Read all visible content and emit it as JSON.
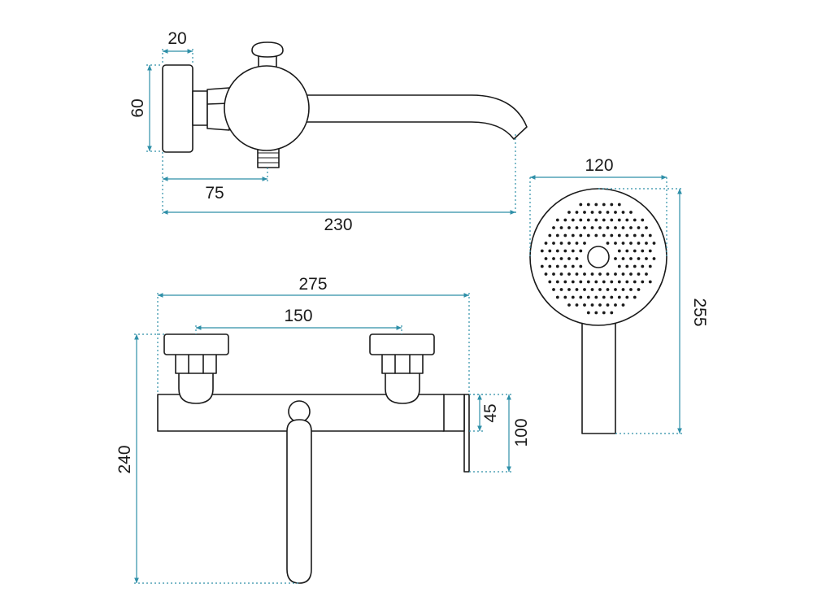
{
  "dimensions": {
    "side_depth": "20",
    "side_height": "60",
    "side_outlet_offset": "75",
    "side_total_length": "230",
    "front_total_width": "275",
    "front_centers": "150",
    "front_total_height": "240",
    "front_body_height": "45",
    "front_bracket_height": "100",
    "shower_head_width": "120",
    "shower_total_length": "255"
  },
  "colors": {
    "line": "#1a1a1a",
    "dimension": "#2e8fa8",
    "background": "#ffffff"
  }
}
